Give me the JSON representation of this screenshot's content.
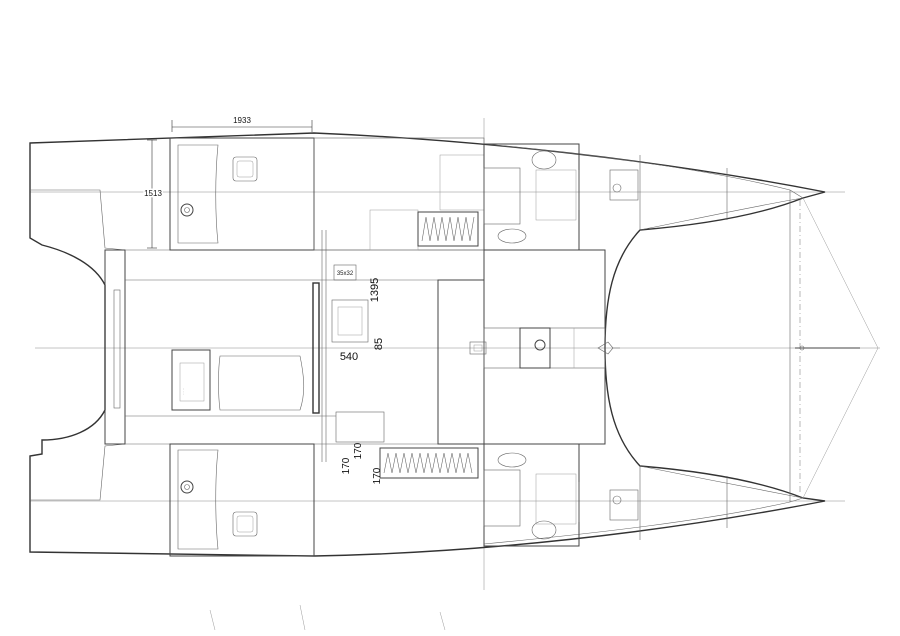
{
  "dimensions": {
    "width_top": "1933",
    "height_cabin": "1513",
    "seat_box": "35x32",
    "galley_length": "1395",
    "table_width": "540",
    "table_gap": "85",
    "stair_a": "170",
    "stair_b": "170",
    "stair_c": "170"
  },
  "colors": {
    "line": "#333333",
    "background": "#ffffff"
  }
}
